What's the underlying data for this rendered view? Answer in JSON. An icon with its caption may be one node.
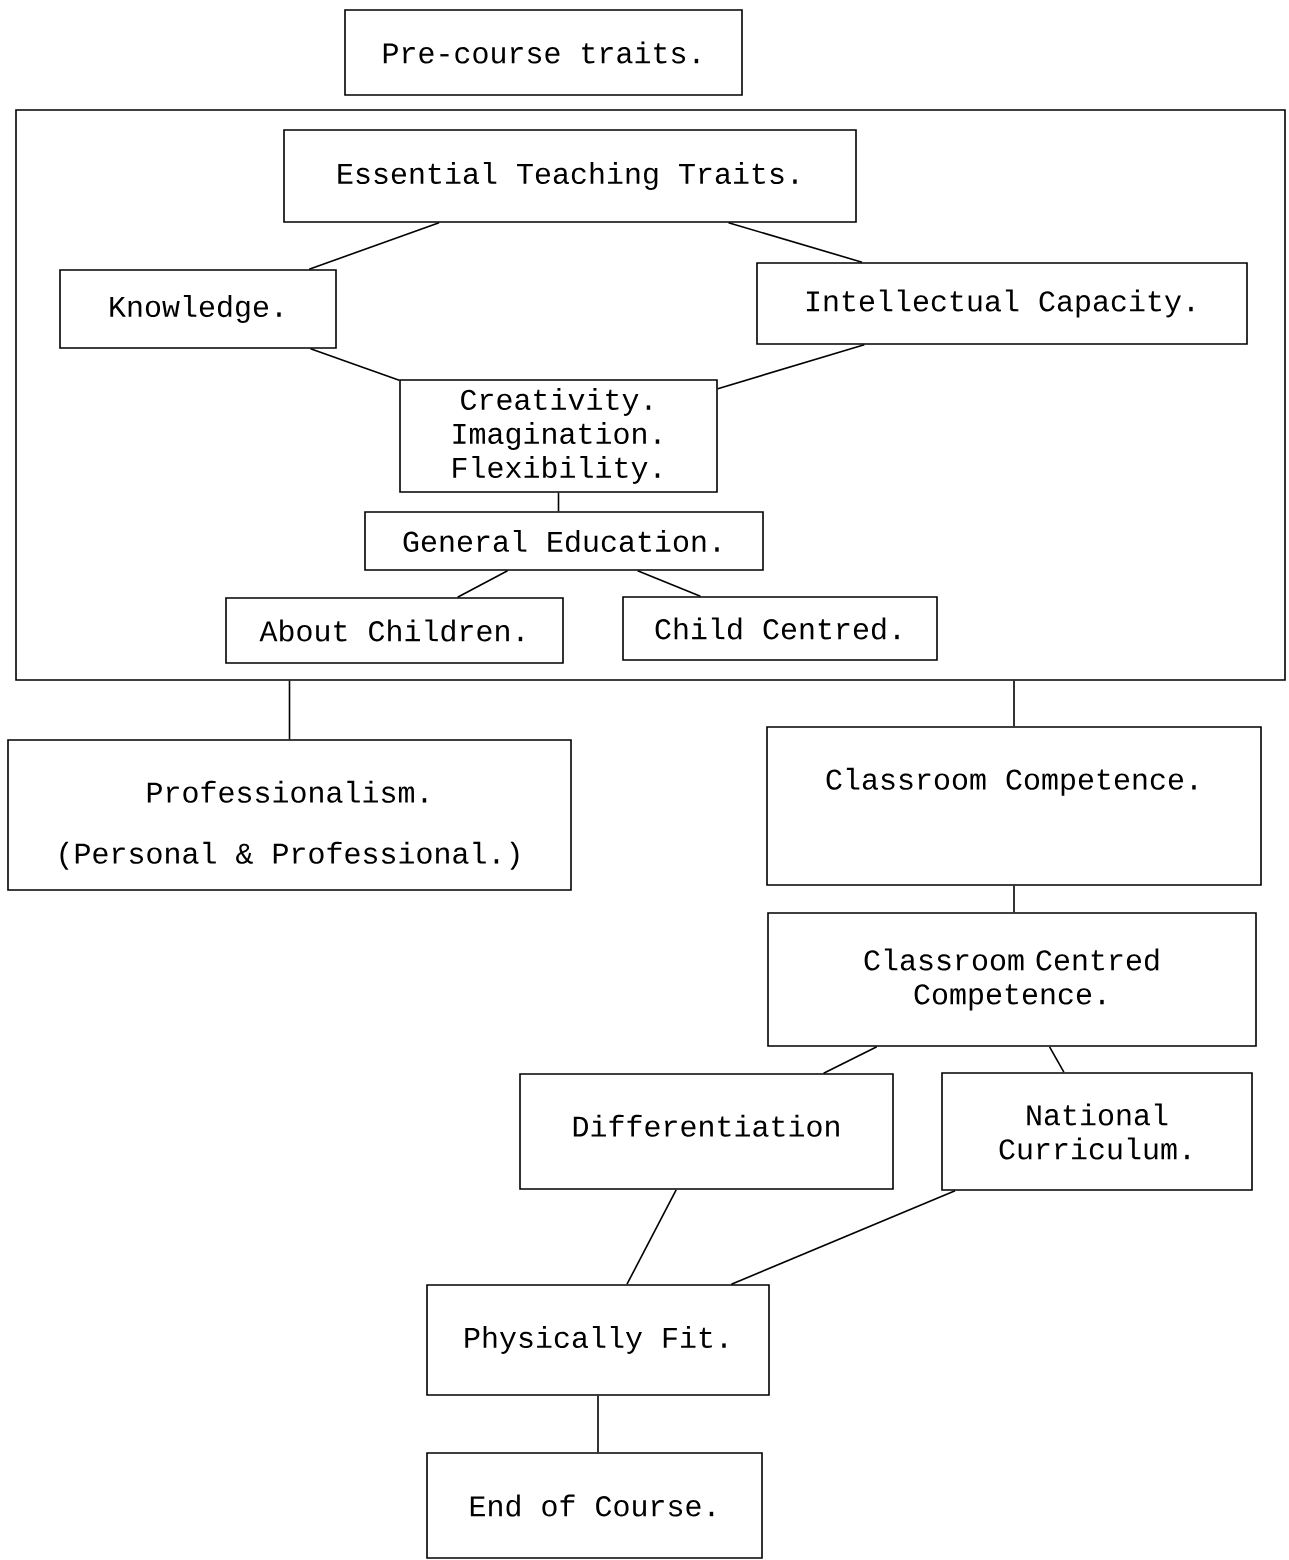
{
  "diagram": {
    "nodes": [
      {
        "text": [
          "Pre-course traits."
        ]
      },
      {
        "text": [],
        "shape": "box"
      },
      {
        "text": [
          "Essential Teaching Traits."
        ],
        "in": 1
      },
      {
        "text": [
          "Knowledge."
        ],
        "in": 1
      },
      {
        "text": [
          "Intellectual Capacity."
        ],
        "in": 1
      },
      {
        "text": [
          "Creativity. Imagination. Flexibility."
        ],
        "in": 1
      },
      {
        "text": [
          "General Education."
        ],
        "in": 1
      },
      {
        "text": [
          "About Children."
        ],
        "in": 1
      },
      {
        "text": [
          "Child Centred."
        ],
        "in": 1
      },
      {
        "text": [
          "Professionalism.",
          "(Personal & Professional.)"
        ]
      },
      {
        "text": [
          "Classroom Competence."
        ]
      },
      {
        "text": [
          "Classroom Centred Competence."
        ]
      },
      {
        "text": [
          "Differentiation"
        ]
      },
      {
        "text": [
          "National Curriculum."
        ]
      },
      {
        "text": [
          "Physically Fit."
        ]
      },
      {
        "text": [
          "End of Course."
        ]
      }
    ],
    "edges": [
      {
        "from": 2,
        "to": 3,
        "arrow": "none"
      },
      {
        "from": 2,
        "to": 4,
        "arrow": "none"
      },
      {
        "from": 3,
        "to": 5,
        "arrow": "none"
      },
      {
        "from": 4,
        "to": 5,
        "arrow": "none"
      },
      {
        "from": 5,
        "to": 6,
        "arrow": "none"
      },
      {
        "from": 6,
        "to": 7,
        "arrow": "none"
      },
      {
        "from": 6,
        "to": 8,
        "arrow": "none"
      },
      {
        "from": 1,
        "to": 9,
        "arrow": "none"
      },
      {
        "from": 1,
        "to": 10,
        "arrow": "none"
      },
      {
        "from": 10,
        "to": 11,
        "arrow": "none"
      },
      {
        "from": 11,
        "to": 12,
        "arrow": "none"
      },
      {
        "from": 11,
        "to": 13,
        "arrow": "none"
      },
      {
        "from": 12,
        "to": 14,
        "arrow": "none"
      },
      {
        "from": 13,
        "to": 14,
        "arrow": "none"
      },
      {
        "from": 14,
        "to": 15,
        "arrow": "none"
      }
    ]
  }
}
